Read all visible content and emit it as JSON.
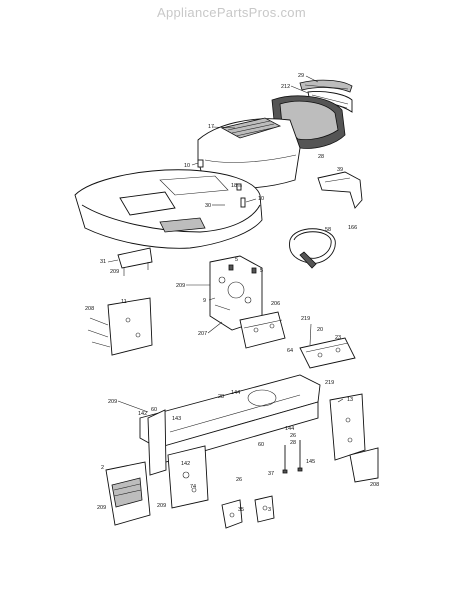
{
  "watermark": "AppliancePartsPros.com",
  "labels": [
    {
      "id": "l29",
      "text": "29"
    },
    {
      "id": "l212",
      "text": "212"
    },
    {
      "id": "l17",
      "text": "17"
    },
    {
      "id": "l28a",
      "text": "28"
    },
    {
      "id": "l10a",
      "text": "10"
    },
    {
      "id": "l18",
      "text": "18"
    },
    {
      "id": "l30",
      "text": "30"
    },
    {
      "id": "l10b",
      "text": "10"
    },
    {
      "id": "l39",
      "text": "39"
    },
    {
      "id": "l166",
      "text": "166"
    },
    {
      "id": "l58",
      "text": "58"
    },
    {
      "id": "l31",
      "text": "31"
    },
    {
      "id": "l209a",
      "text": "209"
    },
    {
      "id": "l5a",
      "text": "5"
    },
    {
      "id": "l5b",
      "text": "5"
    },
    {
      "id": "l209b",
      "text": "209"
    },
    {
      "id": "l9",
      "text": "9"
    },
    {
      "id": "l208a",
      "text": "208"
    },
    {
      "id": "l11",
      "text": "11"
    },
    {
      "id": "l207",
      "text": "207"
    },
    {
      "id": "l206",
      "text": "206"
    },
    {
      "id": "l64",
      "text": "64"
    },
    {
      "id": "l219a",
      "text": "219"
    },
    {
      "id": "l20",
      "text": "20"
    },
    {
      "id": "l23",
      "text": "23"
    },
    {
      "id": "l219b",
      "text": "219"
    },
    {
      "id": "l144a",
      "text": "144"
    },
    {
      "id": "l28b",
      "text": "28"
    },
    {
      "id": "l209c",
      "text": "209"
    },
    {
      "id": "l60a",
      "text": "60"
    },
    {
      "id": "l142a",
      "text": "142"
    },
    {
      "id": "l143",
      "text": "143"
    },
    {
      "id": "l13",
      "text": "13"
    },
    {
      "id": "l144b",
      "text": "144"
    },
    {
      "id": "l26a",
      "text": "26"
    },
    {
      "id": "l28c",
      "text": "28"
    },
    {
      "id": "l60b",
      "text": "60"
    },
    {
      "id": "l142b",
      "text": "142"
    },
    {
      "id": "l145",
      "text": "145"
    },
    {
      "id": "l37",
      "text": "37"
    },
    {
      "id": "l74",
      "text": "74"
    },
    {
      "id": "l2",
      "text": "2"
    },
    {
      "id": "l26b",
      "text": "26"
    },
    {
      "id": "l209d",
      "text": "209"
    },
    {
      "id": "l209e",
      "text": "209"
    },
    {
      "id": "l208b",
      "text": "208"
    },
    {
      "id": "l35",
      "text": "35"
    },
    {
      "id": "l3",
      "text": "3"
    }
  ]
}
